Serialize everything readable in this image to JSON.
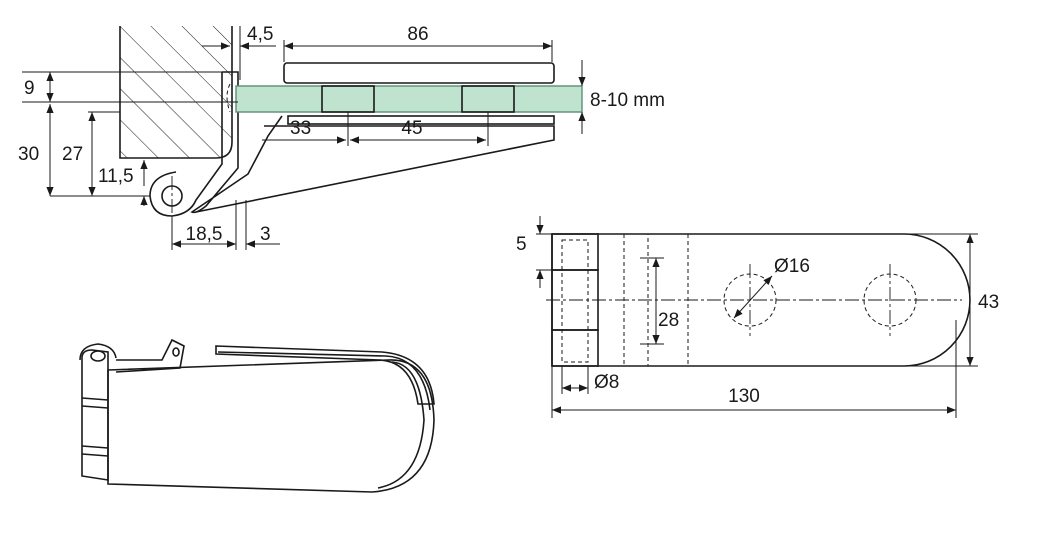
{
  "side_view": {
    "labels": {
      "top_width": "86",
      "wall_gap": "4,5",
      "plate_height": "9",
      "glass_thickness": "8-10 mm",
      "hole_offset": "33",
      "hole_spacing": "45",
      "height_30": "30",
      "height_27": "27",
      "pivot_height": "11,5",
      "pivot_offset": "18,5",
      "gap_3": "3"
    },
    "colors": {
      "glass": "#bfe3cf",
      "glass_edge": "#5a8f74"
    }
  },
  "front_view": {
    "labels": {
      "knuckle_height": "5",
      "hole_diameter": "Ø16",
      "pin_spacing": "28",
      "width": "43",
      "pin_diameter": "Ø8",
      "length": "130"
    }
  }
}
